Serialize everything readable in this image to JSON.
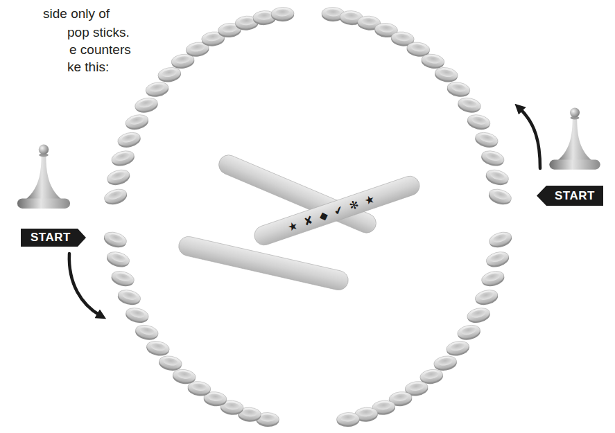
{
  "diagram": {
    "nodes": [
      {
        "text": [
          "START"
        ]
      },
      {
        "text": [
          "START"
        ]
      }
    ],
    "labels": [
      "side only of",
      "pop sticks.",
      "e counters",
      "ke this:",
      "★ ✘ ◆ ✔ ✻ ★"
    ]
  }
}
